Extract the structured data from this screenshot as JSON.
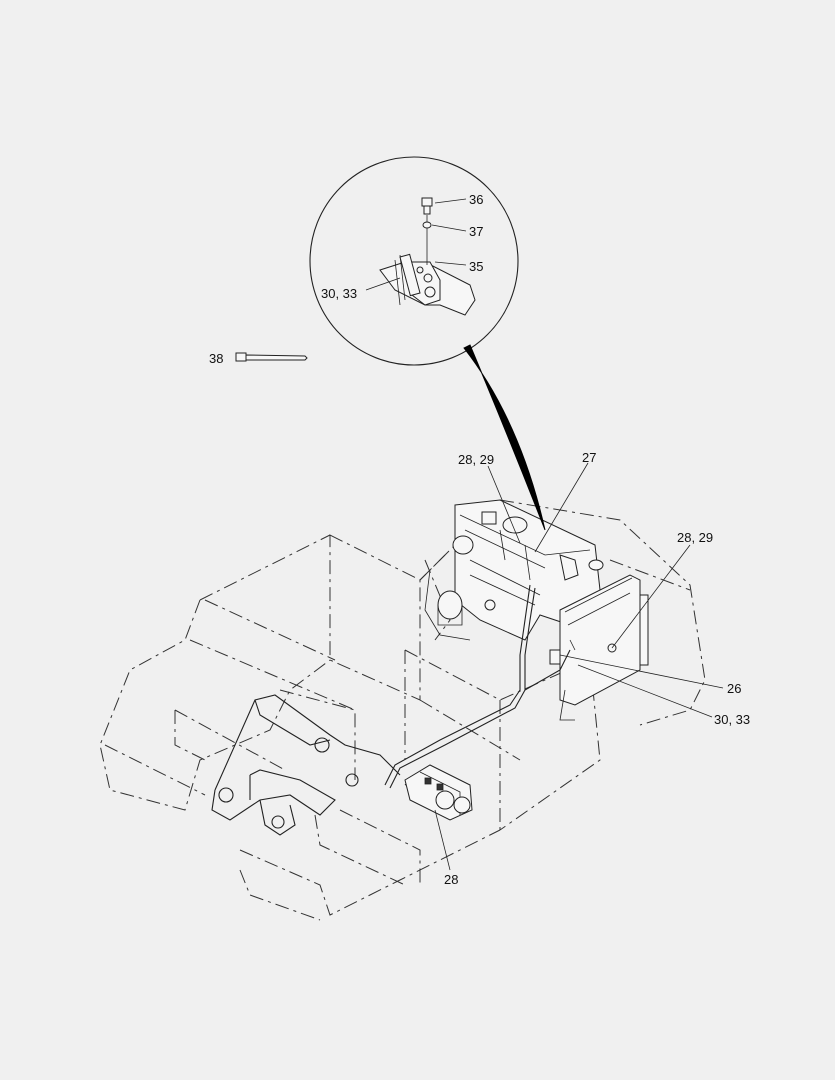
{
  "diagram": {
    "callouts": {
      "c36": "36",
      "c37": "37",
      "c35": "35",
      "c3033_detail": "30, 33",
      "c38": "38",
      "c2829_top": "28, 29",
      "c27": "27",
      "c2829_right": "28, 29",
      "c26": "26",
      "c3033_right": "30, 33",
      "c28": "28"
    },
    "colors": {
      "background": "#f0f0f0",
      "line": "#222222"
    }
  }
}
